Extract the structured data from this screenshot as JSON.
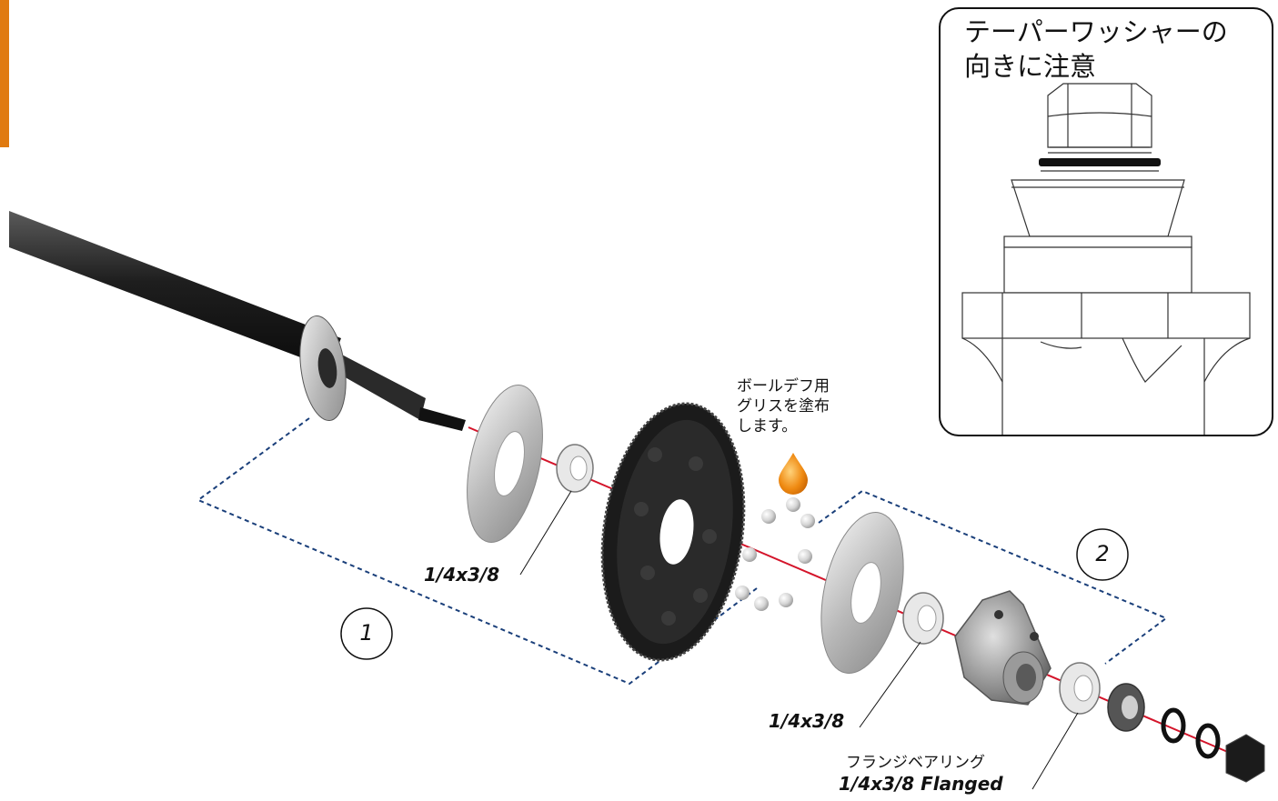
{
  "grease_note": {
    "line1": "ボールデフ用",
    "line2": "グリスを塗布",
    "line3": "します。"
  },
  "callout": {
    "title_line1": "テーパーワッシャーの",
    "title_line2": "向きに注意"
  },
  "steps": {
    "step1": "1",
    "step2": "2"
  },
  "part_labels": {
    "bearing_left": "1/4x3/8",
    "bearing_center": "1/4x3/8",
    "flanged_jp": "フランジベアリング",
    "flanged_size": "1/4x3/8 Flanged"
  },
  "colors": {
    "axis_line": "#d4142a",
    "dashed_bracket": "#1a3f7a",
    "edge_tab": "#e07a10",
    "grease_drop": "#ef8a12"
  }
}
